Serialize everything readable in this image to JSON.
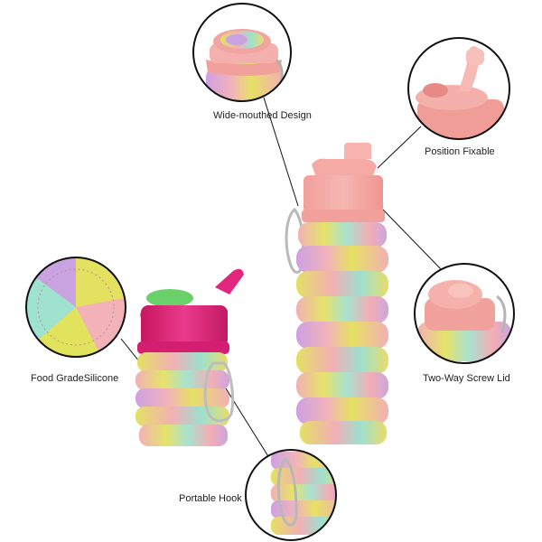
{
  "captions": {
    "wide_mouthed": "Wide-mouthed Design",
    "position_fixable": "Position Fixable",
    "food_grade": "Food GradeSilicone",
    "two_way_screw": "Two-Way Screw Lid",
    "portable_hook": "Portable Hook"
  },
  "colors": {
    "pink": "#f3b3b8",
    "lilac": "#c9a2e0",
    "yellow": "#e2e35d",
    "mint": "#9fe3cf",
    "pink_lid": "#f39c97",
    "magenta_lid": "#e0267d",
    "green_cap": "#6ad06a"
  }
}
